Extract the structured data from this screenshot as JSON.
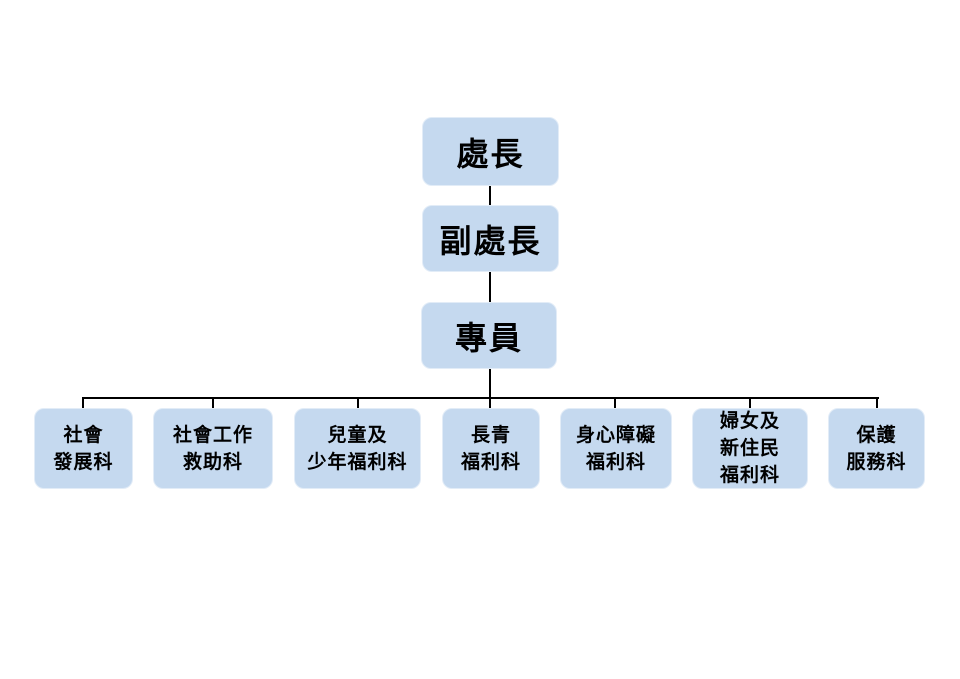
{
  "colors": {
    "box_fill": "#c5d9ef",
    "connector": "#000000",
    "text": "#000000"
  },
  "levels": {
    "director": "處長",
    "deputy_director": "副處長",
    "specialist": "專員"
  },
  "departments": [
    {
      "lines": [
        "社會",
        "發展科"
      ]
    },
    {
      "lines": [
        "社會工作",
        "救助科"
      ]
    },
    {
      "lines": [
        "兒童及",
        "少年福利科"
      ]
    },
    {
      "lines": [
        "長青",
        "福利科"
      ]
    },
    {
      "lines": [
        "身心障礙",
        "福利科"
      ]
    },
    {
      "lines": [
        "婦女及",
        "新住民",
        "福利科"
      ]
    },
    {
      "lines": [
        "保護",
        "服務科"
      ]
    }
  ]
}
